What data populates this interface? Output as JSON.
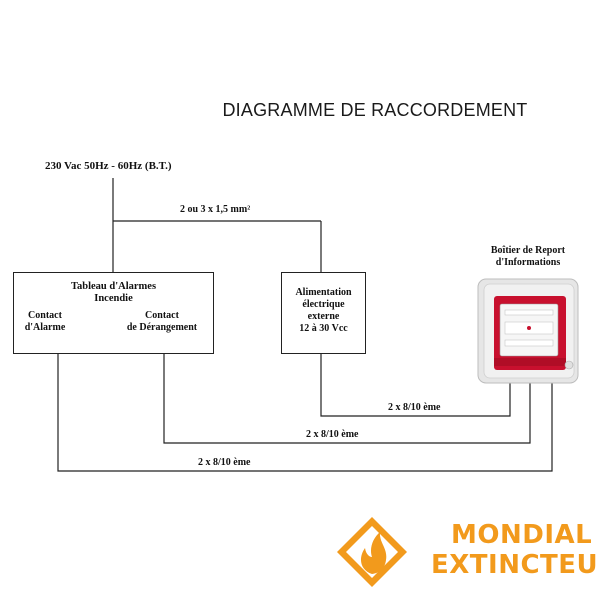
{
  "title": "DIAGRAMME DE RACCORDEMENT",
  "supply": "230 Vac 50Hz - 60Hz (B.T.)",
  "cable_main": "2 ou 3 x 1,5 mm²",
  "panel": {
    "title_line1": "Tableau d'Alarmes",
    "title_line2": "Incendie",
    "contact_alarm_line1": "Contact",
    "contact_alarm_line2": "d'Alarme",
    "contact_fault_line1": "Contact",
    "contact_fault_line2": "de Dérangement"
  },
  "psu": {
    "line1": "Alimentation",
    "line2": "électrique",
    "line3": "externe",
    "line4": "12 à 30 Vcc"
  },
  "report_box": {
    "title_line1": "Boîtier de Report",
    "title_line2": "d'Informations"
  },
  "cables": {
    "psu_to_box": "2 x 8/10 ème",
    "fault_to_box": "2 x 8/10 ème",
    "alarm_to_box": "2 x 8/10 ème"
  },
  "brand": {
    "line1": "MONDIAL",
    "line2": "EXTINCTEUR",
    "color": "#f29a1c"
  }
}
